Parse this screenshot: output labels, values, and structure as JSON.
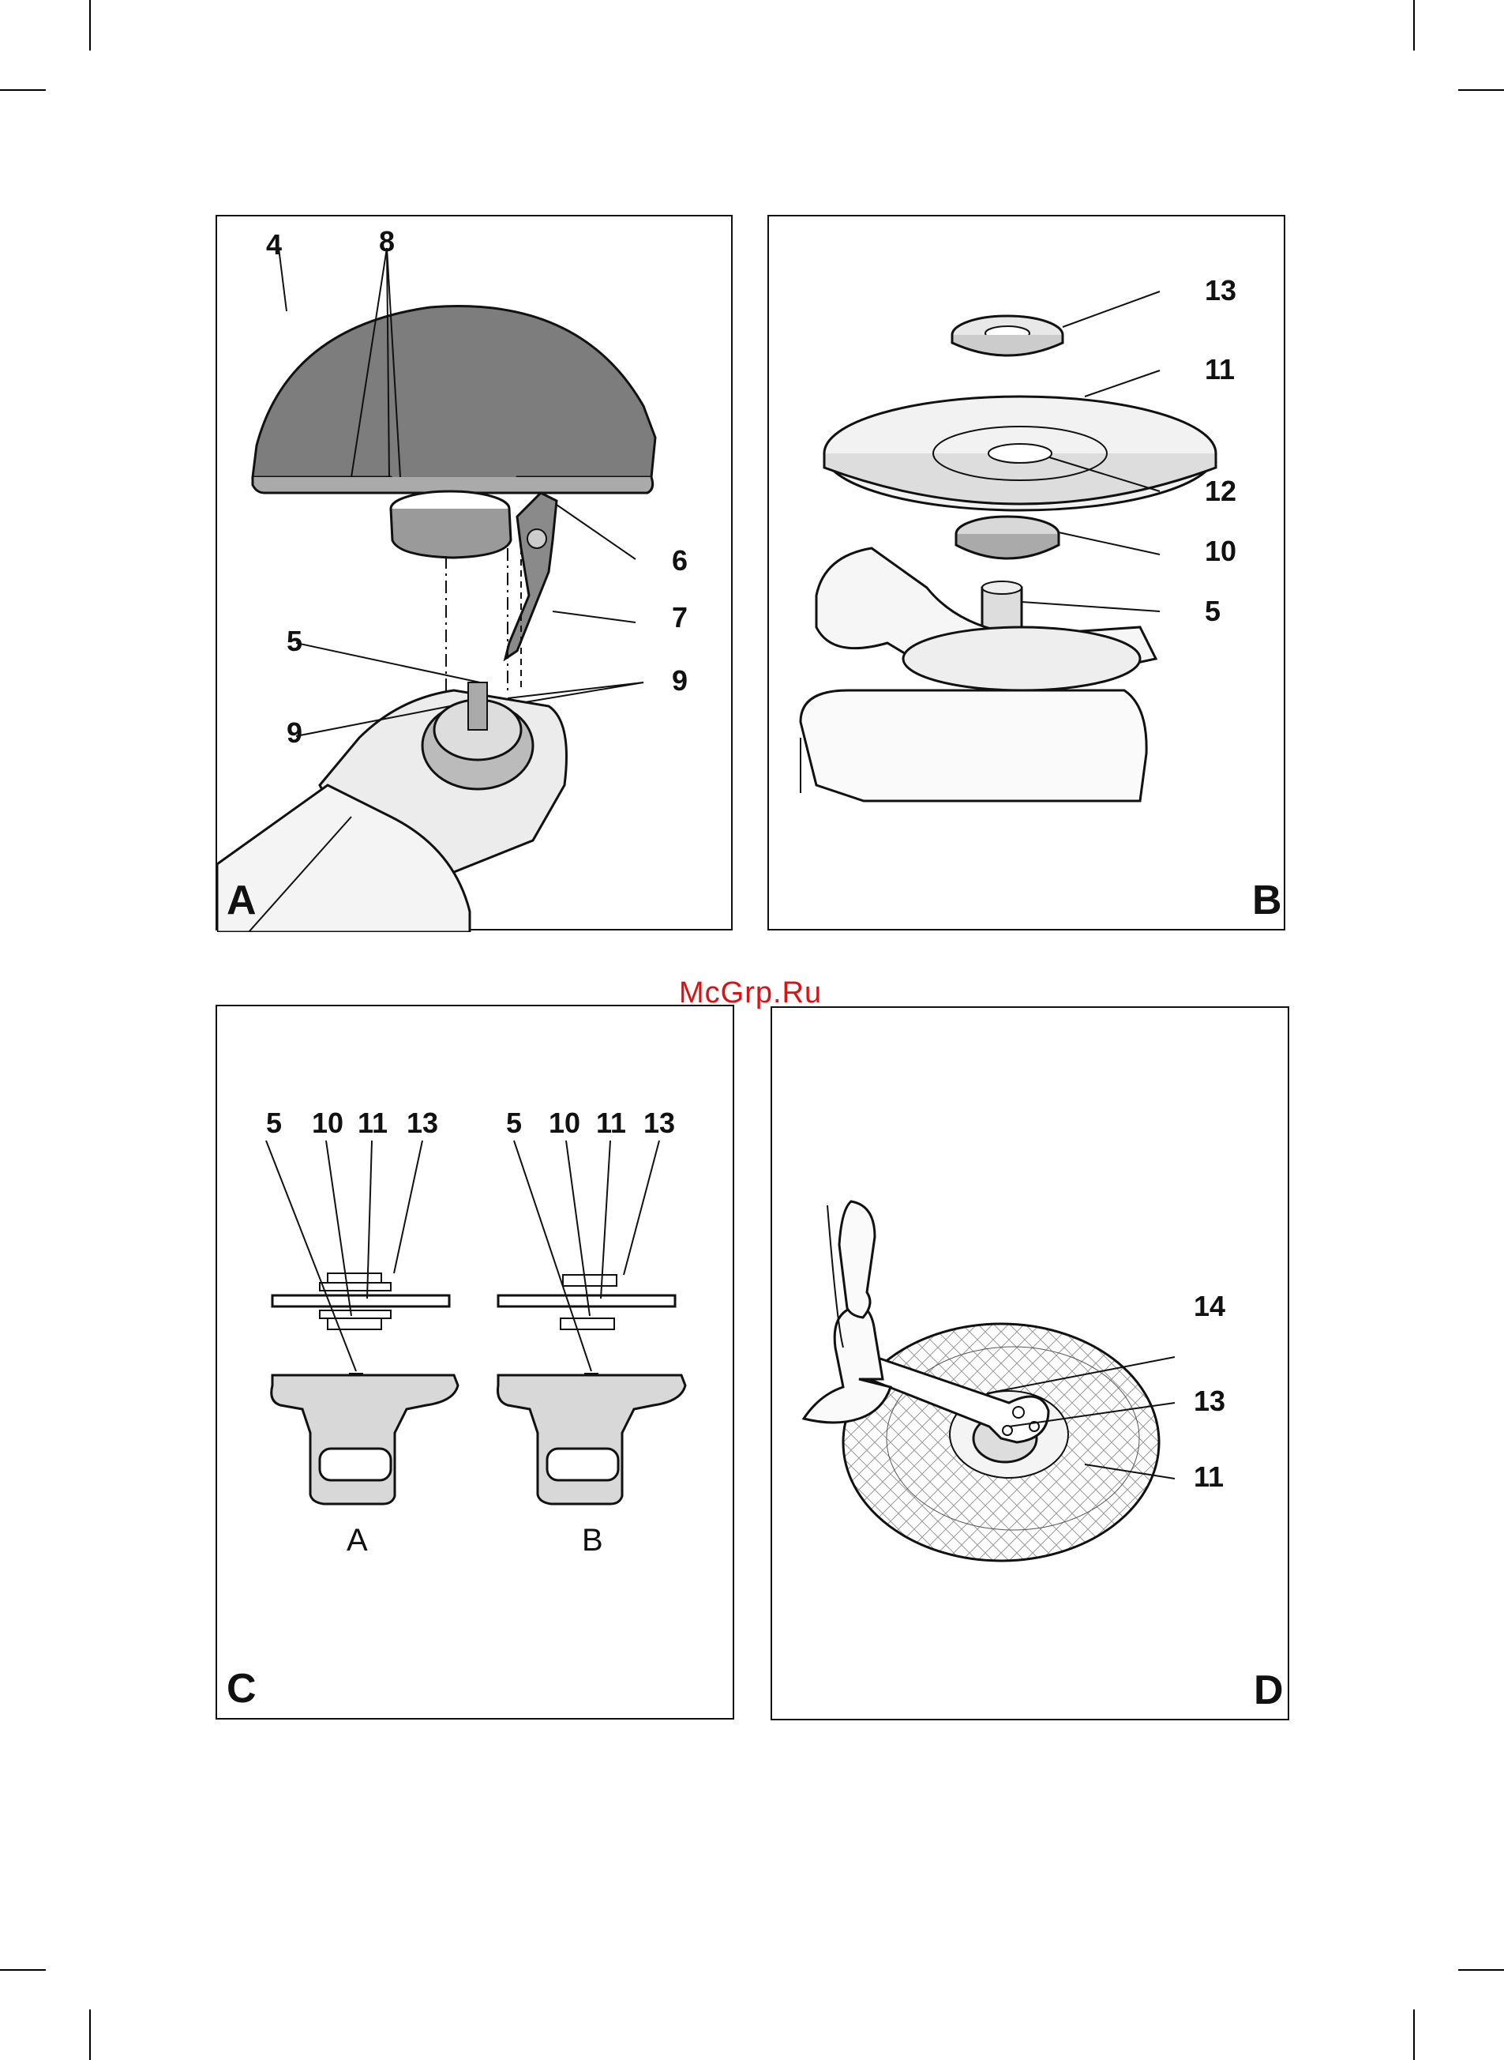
{
  "watermark": "McGrp.Ru",
  "panels": {
    "A": {
      "letter": "A",
      "callouts": {
        "c4": "4",
        "c8": "8",
        "c6": "6",
        "c7": "7",
        "c5": "5",
        "c9r": "9",
        "c9l": "9"
      }
    },
    "B": {
      "letter": "B",
      "callouts": {
        "c13": "13",
        "c11": "11",
        "c12": "12",
        "c10": "10",
        "c5": "5"
      }
    },
    "C": {
      "letter": "C",
      "variant_a": {
        "label": "A",
        "c5": "5",
        "c10": "10",
        "c11": "11",
        "c13": "13"
      },
      "variant_b": {
        "label": "B",
        "c5": "5",
        "c10": "10",
        "c11": "11",
        "c13": "13"
      }
    },
    "D": {
      "letter": "D",
      "callouts": {
        "c14": "14",
        "c13": "13",
        "c11": "11"
      }
    }
  }
}
